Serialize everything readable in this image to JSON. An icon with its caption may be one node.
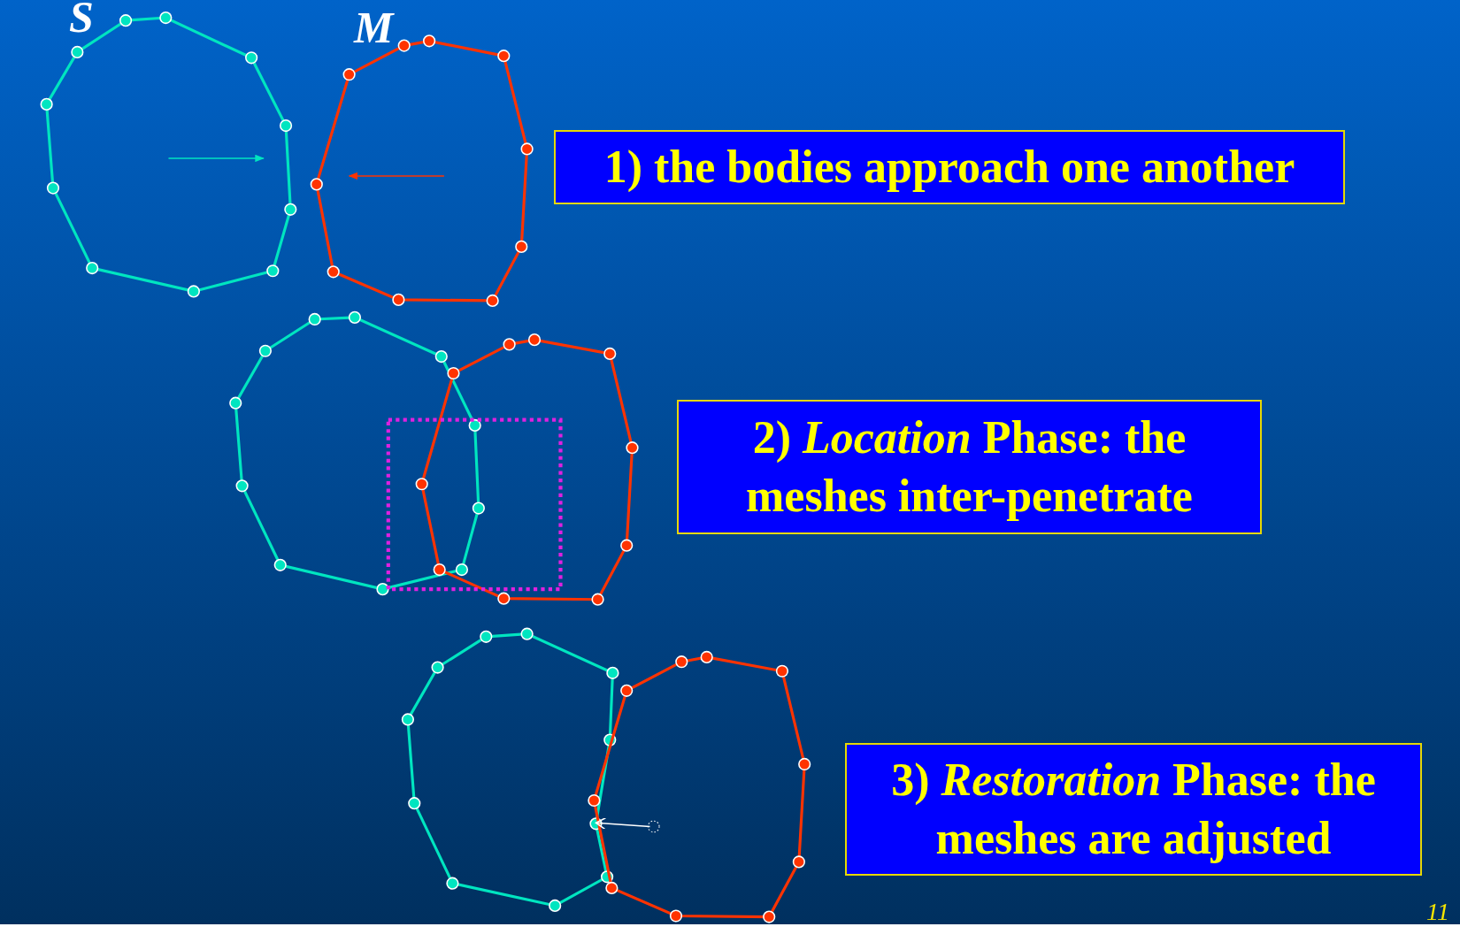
{
  "diagram": {
    "nodes": [
      {
        "text": [
          "1) the bodies approach one another"
        ]
      },
      {
        "text": [
          "2) *Location* Phase: the meshes inter-penetrate"
        ]
      },
      {
        "text": [
          "3) *Restoration* Phase: the meshes are adjusted"
        ]
      },
      {
        "text": [],
        "shape": "box"
      }
    ],
    "labels": [
      "S",
      "M",
      "11"
    ]
  }
}
